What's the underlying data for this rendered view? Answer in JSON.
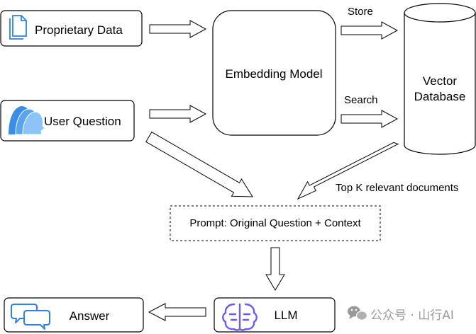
{
  "nodes": {
    "proprietary_data": "Proprietary Data",
    "user_question": "User Question",
    "embedding_model": "Embedding Model",
    "vector_database_line1": "Vector",
    "vector_database_line2": "Database",
    "prompt": "Prompt: Original Question + Context",
    "llm": "LLM",
    "answer": "Answer"
  },
  "edges": {
    "store": "Store",
    "search": "Search",
    "top_k": "Top K relevant documents"
  },
  "watermark": "公众号 · 山行AI",
  "icons": {
    "proprietary_data": "document-icon",
    "user_question": "users-icon",
    "llm": "brain-icon",
    "answer": "chat-bubbles-icon",
    "watermark": "wechat-icon"
  },
  "colors": {
    "stroke": "#000000",
    "icon_blue": "#2f7fe6",
    "brain_purple": "#6a5cf0",
    "watermark_gray": "#9a9a9a"
  }
}
